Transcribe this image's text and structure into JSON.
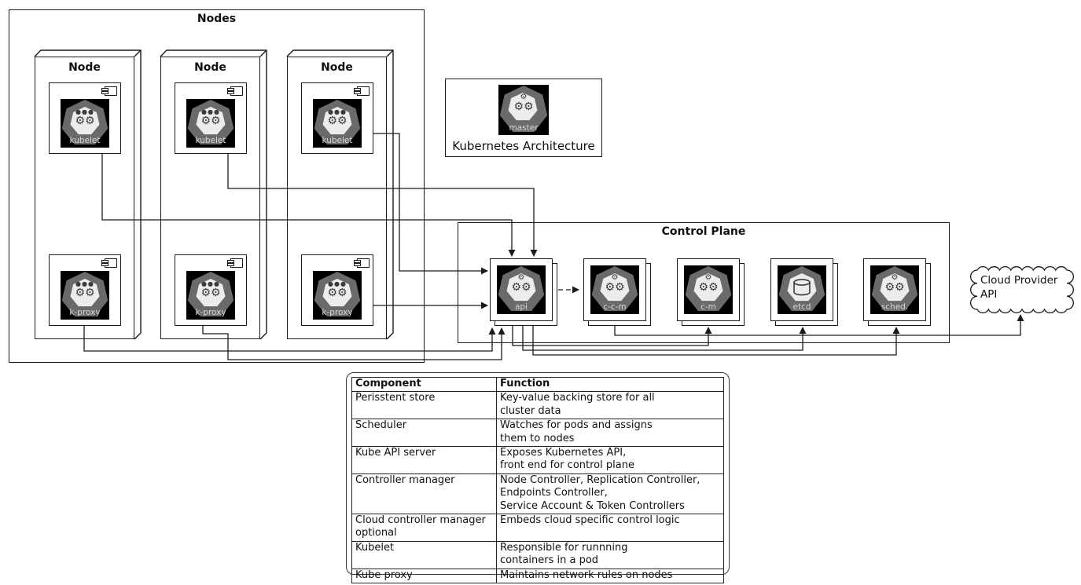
{
  "colors": {
    "line": "#1a1a1a",
    "icon_square": "#000000",
    "heptagon_outer": "#6a6a6a",
    "heptagon_inner": "#ececec",
    "icon_label_text": "#d8d8d8"
  },
  "icons": {
    "dots_glyph": "●●●",
    "gear_small_glyph": "⚙",
    "gear_pair_glyph": "⚙⚙"
  },
  "diagram": {
    "nodes_container": {
      "title": "Nodes"
    },
    "nodes": [
      {
        "title": "Node",
        "components": [
          {
            "label": "kubelet"
          },
          {
            "label": "k-proxy"
          }
        ]
      },
      {
        "title": "Node",
        "components": [
          {
            "label": "kubelet"
          },
          {
            "label": "k-proxy"
          }
        ]
      },
      {
        "title": "Node",
        "components": [
          {
            "label": "kubelet"
          },
          {
            "label": "k-proxy"
          }
        ]
      }
    ],
    "architecture": {
      "label": "Kubernetes Architecture",
      "icon_label": "master"
    },
    "control_plane": {
      "title": "Control Plane",
      "components": [
        {
          "label": "api"
        },
        {
          "label": "c-c-m"
        },
        {
          "label": "c-m"
        },
        {
          "label": "etcd"
        },
        {
          "label": "sched."
        }
      ]
    },
    "cloud": {
      "line1": "Cloud Provider",
      "line2": "API"
    }
  },
  "legend_table": {
    "headers": [
      "Component",
      "Function"
    ],
    "rows": [
      [
        "Perisstent store",
        "Key-value backing store for all\ncluster data"
      ],
      [
        "Scheduler",
        "Watches for pods and assigns\nthem to nodes"
      ],
      [
        "Kube API server",
        "Exposes Kubernetes API,\nfront end for control plane"
      ],
      [
        "Controller manager",
        "Node Controller, Replication Controller,\nEndpoints Controller,\nService Account & Token Controllers"
      ],
      [
        "Cloud controller manager\noptional",
        "Embeds cloud specific control logic"
      ],
      [
        "Kubelet",
        "Responsible for runnning\ncontainers in a pod"
      ],
      [
        "Kube proxy",
        "Maintains network rules on nodes"
      ]
    ]
  }
}
